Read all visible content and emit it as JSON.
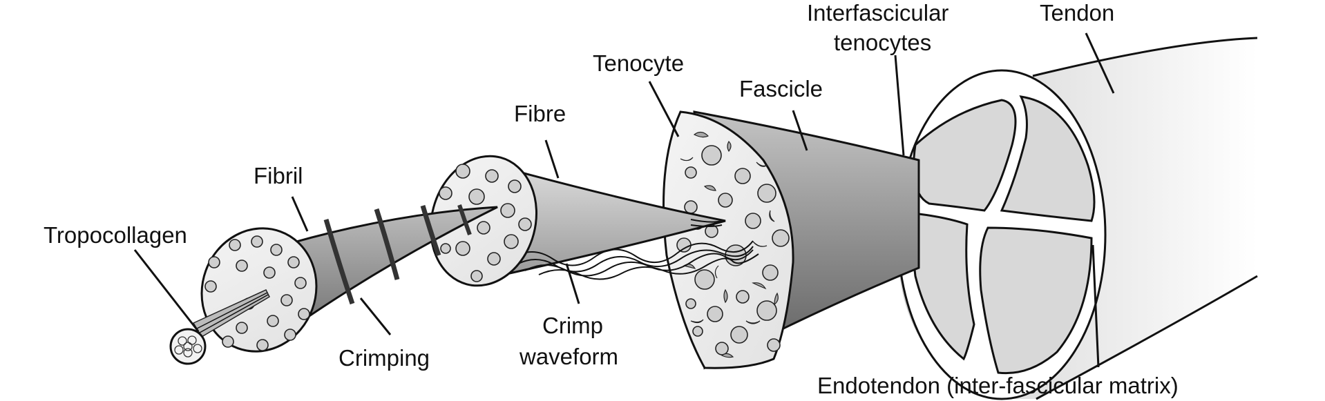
{
  "labels": {
    "tropocollagen": "Tropocollagen",
    "fibril": "Fibril",
    "crimping": "Crimping",
    "fibre": "Fibre",
    "crimp_waveform_1": "Crimp",
    "crimp_waveform_2": "waveform",
    "tenocyte": "Tenocyte",
    "fascicle": "Fascicle",
    "interfascicular_1": "Interfascicular",
    "interfascicular_2": "tenocytes",
    "tendon": "Tendon",
    "endotendon": "Endotendon (inter-fascicular matrix)"
  }
}
